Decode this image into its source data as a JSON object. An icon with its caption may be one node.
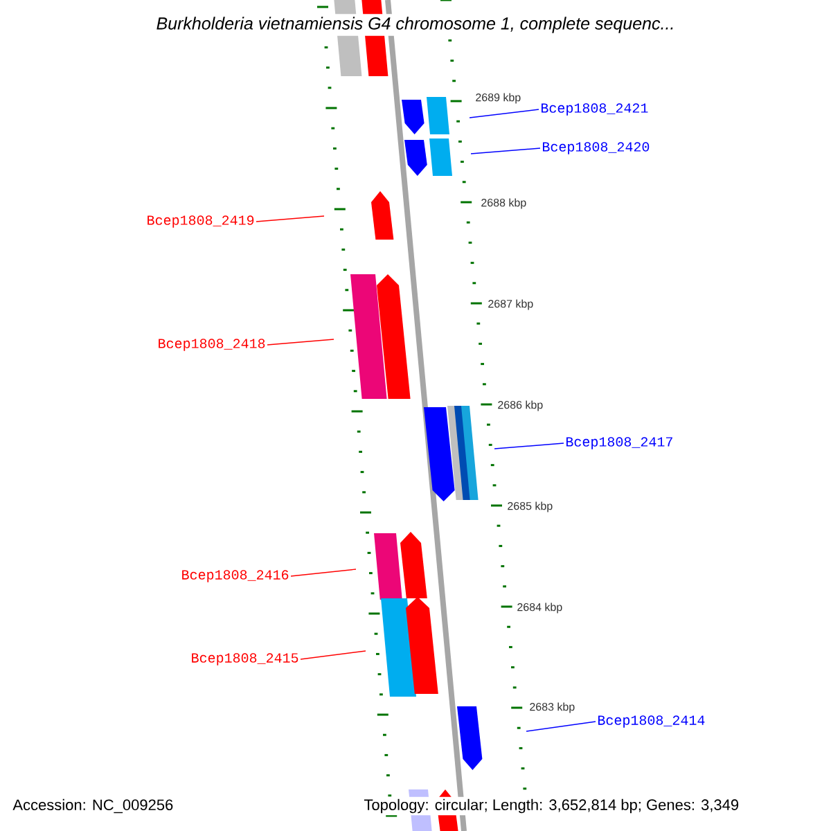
{
  "diagram": {
    "title": "Burkholderia vietnamiensis G4 chromosome 1, complete sequenc...",
    "nodes": [
      {
        "text": [
          "Bcep1808_2421"
        ]
      },
      {
        "text": [
          "Bcep1808_2420"
        ]
      },
      {
        "text": [
          "Bcep1808_2419"
        ]
      },
      {
        "text": [
          "Bcep1808_2418"
        ]
      },
      {
        "text": [
          "Bcep1808_2417"
        ]
      },
      {
        "text": [
          "Bcep1808_2416"
        ]
      },
      {
        "text": [
          "Bcep1808_2415"
        ]
      },
      {
        "text": [
          "Bcep1808_2414"
        ]
      }
    ],
    "edges": [
      {
        "from": 0,
        "to": null,
        "arrow": "none",
        "color": "#0000ff"
      },
      {
        "from": 1,
        "to": null,
        "arrow": "none",
        "color": "#0000ff"
      },
      {
        "from": 2,
        "to": null,
        "arrow": "none",
        "color": "#ff0000"
      },
      {
        "from": 3,
        "to": null,
        "arrow": "none",
        "color": "#ff0000"
      },
      {
        "from": 4,
        "to": null,
        "arrow": "none",
        "color": "#0000ff"
      },
      {
        "from": 5,
        "to": null,
        "arrow": "none",
        "color": "#ff0000"
      },
      {
        "from": 6,
        "to": null,
        "arrow": "none",
        "color": "#ff0000"
      },
      {
        "from": 7,
        "to": null,
        "arrow": "none",
        "color": "#0000ff"
      }
    ],
    "labels": [
      "2689 kbp",
      "2688 kbp",
      "2687 kbp",
      "2686 kbp",
      "2685 kbp",
      "2684 kbp",
      "2683 kbp",
      "Accession: NC_009256",
      "Topology: circular; Length: 3,652,814 bp; Genes: 3,349"
    ]
  }
}
